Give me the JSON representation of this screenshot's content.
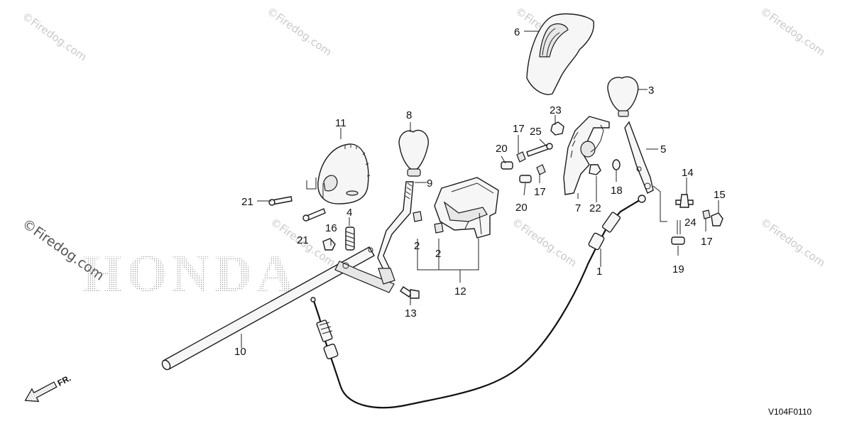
{
  "watermark": {
    "text": "©Firedog.com",
    "brand": "HONDA"
  },
  "diagram_code": "V104F0110",
  "front_marker": "FR.",
  "callouts": [
    "1",
    "2",
    "2",
    "3",
    "4",
    "5",
    "6",
    "7",
    "8",
    "9",
    "10",
    "11",
    "12",
    "13",
    "14",
    "15",
    "16",
    "17",
    "17",
    "17",
    "18",
    "19",
    "20",
    "20",
    "21",
    "21",
    "22",
    "23",
    "24",
    "25"
  ],
  "colors": {
    "line": "#1a1a1a",
    "part_fill": "#f6f6f6",
    "watermark": "#c9c9c9"
  }
}
